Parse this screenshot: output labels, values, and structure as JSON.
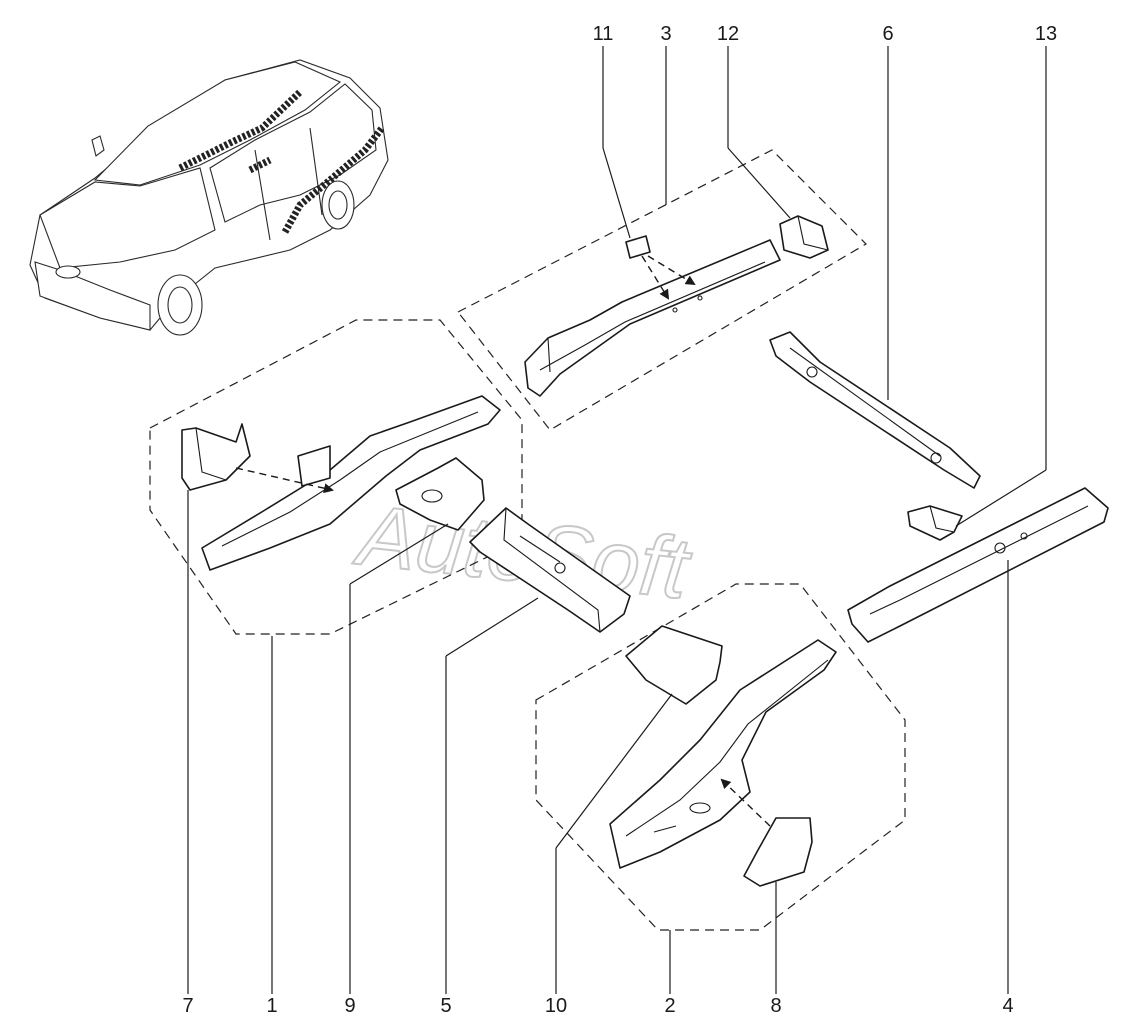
{
  "watermark": "AutoSoft",
  "callouts": [
    "1",
    "2",
    "3",
    "4",
    "5",
    "6",
    "7",
    "8",
    "9",
    "10",
    "11",
    "12",
    "13"
  ],
  "colors": {
    "line": "#1a1a1a",
    "watermark": "#c8c8c8",
    "background": "#ffffff"
  }
}
